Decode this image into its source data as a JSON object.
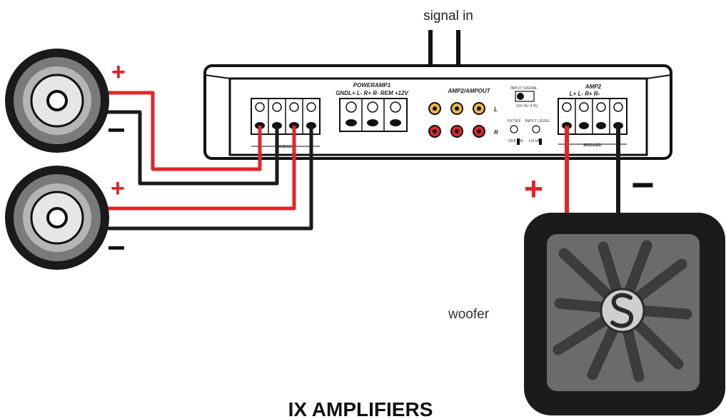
{
  "labels": {
    "signal_in": "signal in",
    "woofer": "woofer",
    "title": "IX AMPLIFIERS"
  },
  "amp": {
    "section1_title": "POWERAMP1",
    "section1_terms": "GNDL+ L- R+ R- REM +12V",
    "bridged1": "BRIDGED",
    "rca_title": "AMP2/AMPOUT",
    "rca_left": "L",
    "rca_right": "R",
    "switch_label": "INPUT SIGNAL",
    "switch_opts": "12V  9V  4.0V",
    "amp2_title": "AMP2",
    "amp2_terms": "L+ L- R+ R-",
    "bridged2": "BRIDGED",
    "toggle1_label": "FILTER",
    "toggle1_opts": "OFF ON",
    "toggle2_label": "INPUT LEVEL",
    "toggle2_opts": "LO HI"
  },
  "polarity": {
    "speaker1_pos": "+",
    "speaker1_neg": "−",
    "speaker2_pos": "+",
    "speaker2_neg": "−",
    "woofer_pos": "+",
    "woofer_neg": "−"
  },
  "colors": {
    "positive_wire": "#e0252b",
    "negative_wire": "#1a1a1a",
    "woofer_body": "#1b1b1b",
    "woofer_cone": "#6b6b6b"
  }
}
